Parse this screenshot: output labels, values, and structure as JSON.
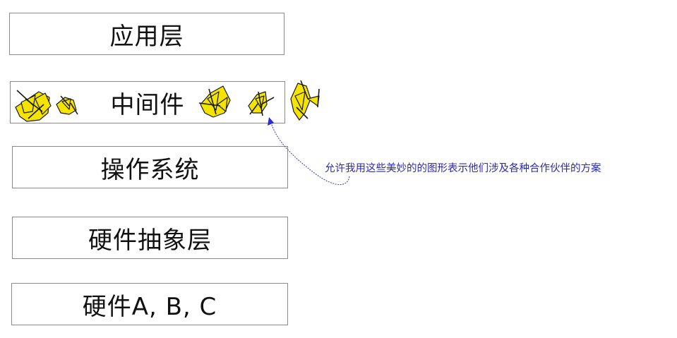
{
  "diagram": {
    "layers": [
      {
        "label": "应用层"
      },
      {
        "label": "中间件"
      },
      {
        "label": "操作系统"
      },
      {
        "label": "硬件抽象层"
      },
      {
        "label": "硬件A, B, C"
      }
    ],
    "annotation": {
      "text": "允许我用这些美妙的的图形表示他们涉及各种合作伙伴的方案",
      "color": "#2a2ab8"
    },
    "decorations": {
      "partner_shapes_count": 5,
      "shape_fill": "#f5e400"
    }
  }
}
